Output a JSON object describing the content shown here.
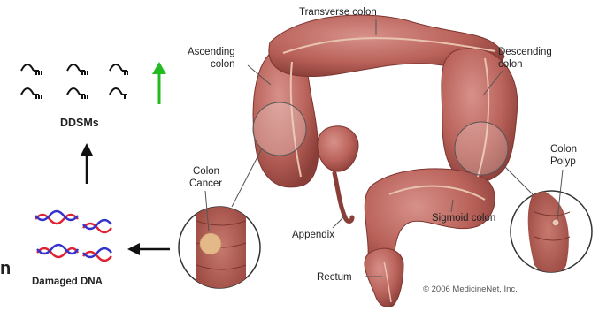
{
  "left_panel": {
    "ddsm_label": "DDSMs",
    "damaged_dna_label": "Damaged DNA",
    "partial_letter": "n"
  },
  "anatomy": {
    "transverse_colon": "Transverse colon",
    "ascending_colon_line1": "Ascending",
    "ascending_colon_line2": "colon",
    "descending_colon_line1": "Descending",
    "descending_colon_line2": "colon",
    "colon_cancer_line1": "Colon",
    "colon_cancer_line2": "Cancer",
    "colon_polyp_line1": "Colon",
    "colon_polyp_line2": "Polyp",
    "appendix": "Appendix",
    "sigmoid_colon": "Sigmoid colon",
    "rectum": "Rectum",
    "copyright": "© 2006 MedicineNet, Inc."
  },
  "colors": {
    "up_arrow": "#22bb22",
    "colon_fill": "#b9625a",
    "colon_dark": "#8a3e38",
    "dna_red": "#dd2233",
    "dna_blue": "#3333cc"
  }
}
